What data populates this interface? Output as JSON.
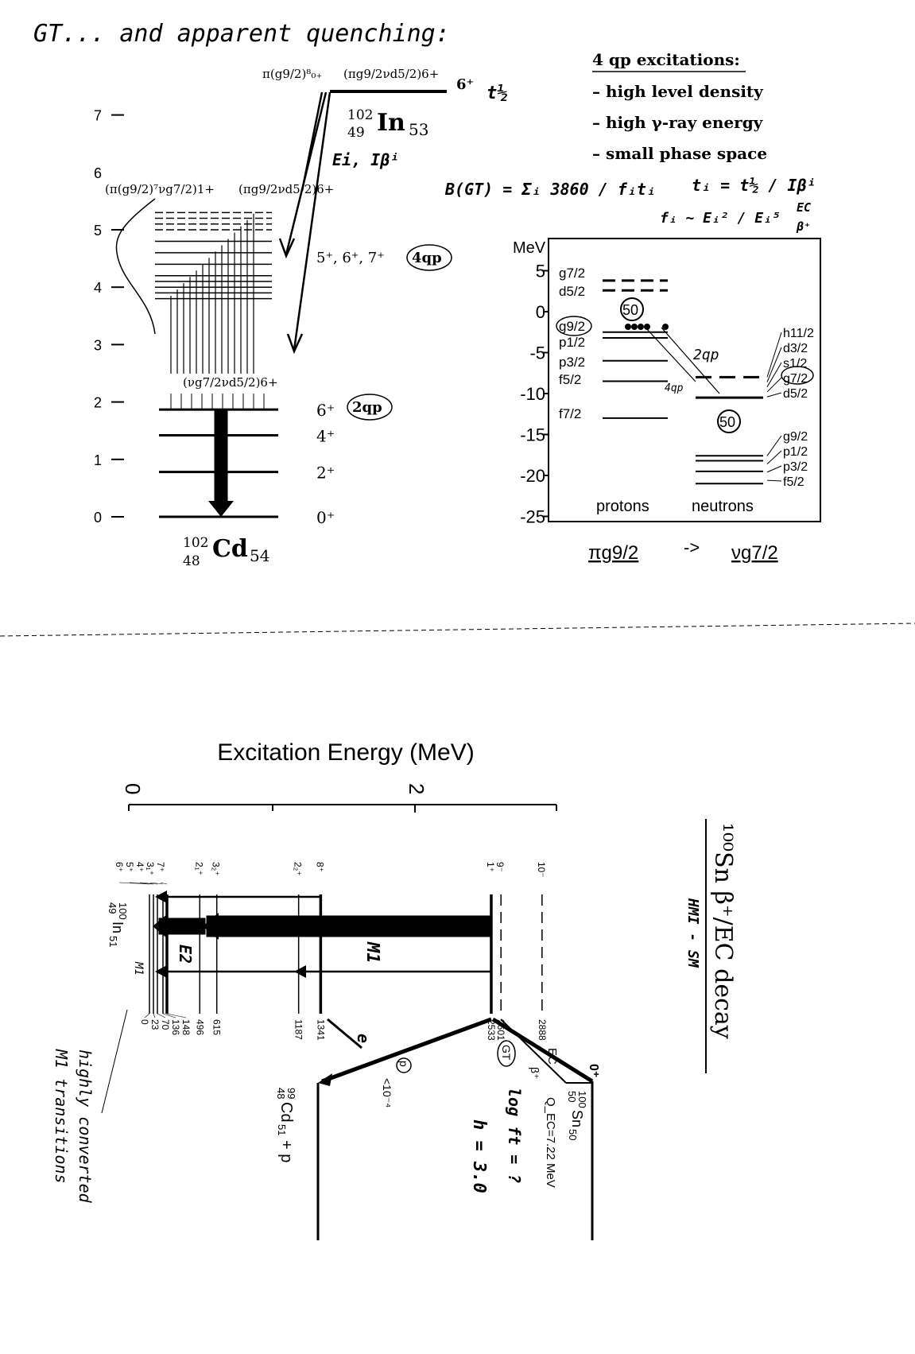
{
  "title": "GT... and apparent quenching:",
  "top_left": {
    "axis_ticks": [
      "0",
      "1",
      "2",
      "3",
      "4",
      "5",
      "6",
      "7"
    ],
    "parent_config_a": "π(g9/2)⁸₀₊",
    "parent_config_b": "(πg9/2νd5/2)6+",
    "parent_spin": "6⁺",
    "parent_halflife": "t½",
    "parent_nucleus": {
      "A": "102",
      "Z": "49",
      "sym": "In",
      "N": "53"
    },
    "transition_label": "Ei, Iβⁱ",
    "fourqp_config_a": "(π(g9/2)⁷νg7/2)1+",
    "fourqp_config_b": "(πg9/2νd5/2)6+",
    "fourqp_spins": "5⁺, 6⁺, 7⁺",
    "fourqp_tag": "4qp",
    "twoqp_config": "(νg7/2νd5/2)6+",
    "twoqp_tag": "2qp",
    "daughter_levels": [
      {
        "spin": "6⁺",
        "energy": 2.03
      },
      {
        "spin": "4⁺",
        "energy": 1.42
      },
      {
        "spin": "2⁺",
        "energy": 0.78
      },
      {
        "spin": "0⁺",
        "energy": 0
      }
    ],
    "daughter_nucleus": {
      "A": "102",
      "Z": "48",
      "sym": "Cd",
      "N": "54"
    }
  },
  "notes": {
    "heading": "4 qp excitations:",
    "bullets": [
      "– high level density",
      "– high γ-ray energy",
      "– small phase space"
    ],
    "bgt_formula": "B(GT) = Σᵢ 3860 / fᵢtᵢ",
    "ti_formula": "tᵢ = t½ / Iβⁱ",
    "fi_formula": "fᵢ ~ Eᵢ² / Eᵢ⁵",
    "fi_modes": [
      "EC",
      "β⁺"
    ]
  },
  "shell_model": {
    "unit": "MeV",
    "ticks": [
      "5",
      "0",
      "-5",
      "-10",
      "-15",
      "-20",
      "-25"
    ],
    "proton_labels": [
      "g7/2",
      "d5/2",
      "g9/2",
      "p1/2",
      "p3/2",
      "f5/2",
      "f7/2"
    ],
    "proton_energies": [
      3.8,
      2.6,
      -2.5,
      -3.2,
      -6,
      -8.5,
      -13
    ],
    "neutron_labels": [
      "h11/2",
      "d3/2",
      "s1/2",
      "g7/2",
      "d5/2",
      "g9/2",
      "p1/2",
      "p3/2",
      "f5/2"
    ],
    "neutron_energies": [
      -8,
      -10.5,
      -17.6,
      -18.2,
      -19.5,
      -21
    ],
    "magic": "50",
    "label_2qp": "2qp",
    "label_4qp": "4qp",
    "protons": "protons",
    "neutrons": "neutrons",
    "transition_from": "πg9/2",
    "arrow": "->",
    "transition_to": "νg7/2"
  },
  "decay": {
    "axis_title": "Excitation Energy (MeV)",
    "axis_ticks": [
      "0",
      "2"
    ],
    "levels": [
      {
        "spin": "6⁺",
        "energy": "0",
        "e": 0
      },
      {
        "spin": "5⁺",
        "energy": "23",
        "e": 23
      },
      {
        "spin": "4⁺",
        "energy": "70",
        "e": 70
      },
      {
        "spin": "3₁⁺",
        "energy": "136",
        "e": 136
      },
      {
        "spin": "7⁺",
        "energy": "148",
        "e": 148
      },
      {
        "spin": "2₁⁺",
        "energy": "496",
        "e": 496
      },
      {
        "spin": "3₂⁺",
        "energy": "615",
        "e": 615
      },
      {
        "spin": "2₂⁺",
        "energy": "1187",
        "e": 1187
      },
      {
        "spin": "8⁺",
        "energy": "1341",
        "e": 1341
      },
      {
        "spin": "1⁺",
        "energy": "2533",
        "e": 2533
      },
      {
        "spin": "9⁻",
        "energy": "2601",
        "e": 2601
      },
      {
        "spin": "10⁻",
        "energy": "2888",
        "e": 2888
      }
    ],
    "m1_label": "M1",
    "e2_label": "E2",
    "m1_small": "M1",
    "daughter": {
      "A": "100",
      "Z": "49",
      "sym": "In",
      "N": "51"
    },
    "ec_label": "EC",
    "parent": {
      "A": "100",
      "Z": "50",
      "sym": "Sn",
      "N": "50",
      "spin": "0⁺"
    },
    "qec": "Q_EC=7.22 MeV",
    "beta_label": "β⁺",
    "gt_tag": "GT",
    "logft": "log ft = ?",
    "h_value": "h = 3.0",
    "proton_tag": "p",
    "proton_branch": "<10⁻⁴",
    "e_tag": "e",
    "cd99": {
      "A": "99",
      "Z": "48",
      "sym": "Cd",
      "N": "51",
      "plus": "+ p"
    },
    "note": [
      "highly converted",
      "M1 transitions"
    ],
    "title": "¹⁰⁰Sn β⁺/EC decay",
    "subtitle": "HMI - SM"
  }
}
